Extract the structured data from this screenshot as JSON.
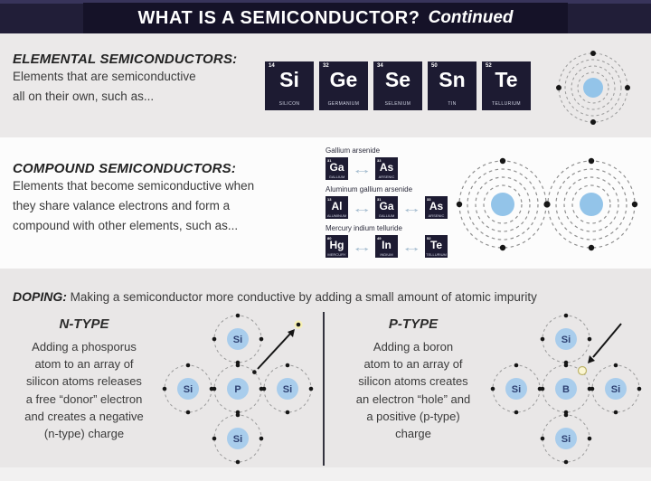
{
  "header": {
    "title": "WHAT IS A SEMICONDUCTOR?",
    "subtitle": "Continued"
  },
  "elemental": {
    "heading": "ELEMENTAL SEMICONDUCTORS:",
    "body": "Elements that are semiconductive\nall on their own, such as...",
    "elements": [
      {
        "number": "14",
        "symbol": "Si",
        "name": "SILICON"
      },
      {
        "number": "32",
        "symbol": "Ge",
        "name": "GERMANIUM"
      },
      {
        "number": "34",
        "symbol": "Se",
        "name": "SELENIUM"
      },
      {
        "number": "50",
        "symbol": "Sn",
        "name": "TIN"
      },
      {
        "number": "52",
        "symbol": "Te",
        "name": "TELLURIUM"
      }
    ]
  },
  "compound": {
    "heading": "COMPOUND SEMICONDUCTORS:",
    "body": "Elements that become semiconductive when\nthey share valance electrons and form a\ncompound with other elements, such as...",
    "compounds": [
      {
        "label": "Gallium arsenide",
        "elements": [
          {
            "number": "31",
            "symbol": "Ga",
            "name": "GALLIUM"
          },
          {
            "number": "33",
            "symbol": "As",
            "name": "ARSENIC"
          }
        ]
      },
      {
        "label": "Aluminum gallium arsenide",
        "elements": [
          {
            "number": "13",
            "symbol": "Al",
            "name": "ALUMINUM"
          },
          {
            "number": "31",
            "symbol": "Ga",
            "name": "GALLIUM"
          },
          {
            "number": "33",
            "symbol": "As",
            "name": "ARSENIC"
          }
        ]
      },
      {
        "label": "Mercury indium telluride",
        "elements": [
          {
            "number": "80",
            "symbol": "Hg",
            "name": "MERCURY"
          },
          {
            "number": "49",
            "symbol": "In",
            "name": "INDIUM"
          },
          {
            "number": "52",
            "symbol": "Te",
            "name": "TELLURIUM"
          }
        ]
      }
    ]
  },
  "doping": {
    "heading": "DOPING:",
    "body": "Making a semiconductor more conductive by adding a small amount of atomic impurity",
    "n_type": {
      "title": "N-TYPE",
      "body": "Adding a phosporus\natom to an array of\nsilicon atoms releases\na free “donor” electron\nand creates a negative\n(n-type) charge",
      "atoms": [
        "Si",
        "Si",
        "P",
        "Si",
        "Si"
      ]
    },
    "p_type": {
      "title": "P-TYPE",
      "body": "Adding a boron\natom to an array of\nsilicon atoms creates\nan electron “hole” and\na positive (p-type)\ncharge",
      "atoms": [
        "Si",
        "Si",
        "B",
        "Si",
        "Si"
      ]
    }
  },
  "colors": {
    "header_bar": "#211e38",
    "header_box": "#151228",
    "tile_navy": "#1d1b32",
    "nucleus_blue": "#93c4e9",
    "section_gray": "#ebe9e9",
    "section_white": "#fcfcfc"
  }
}
